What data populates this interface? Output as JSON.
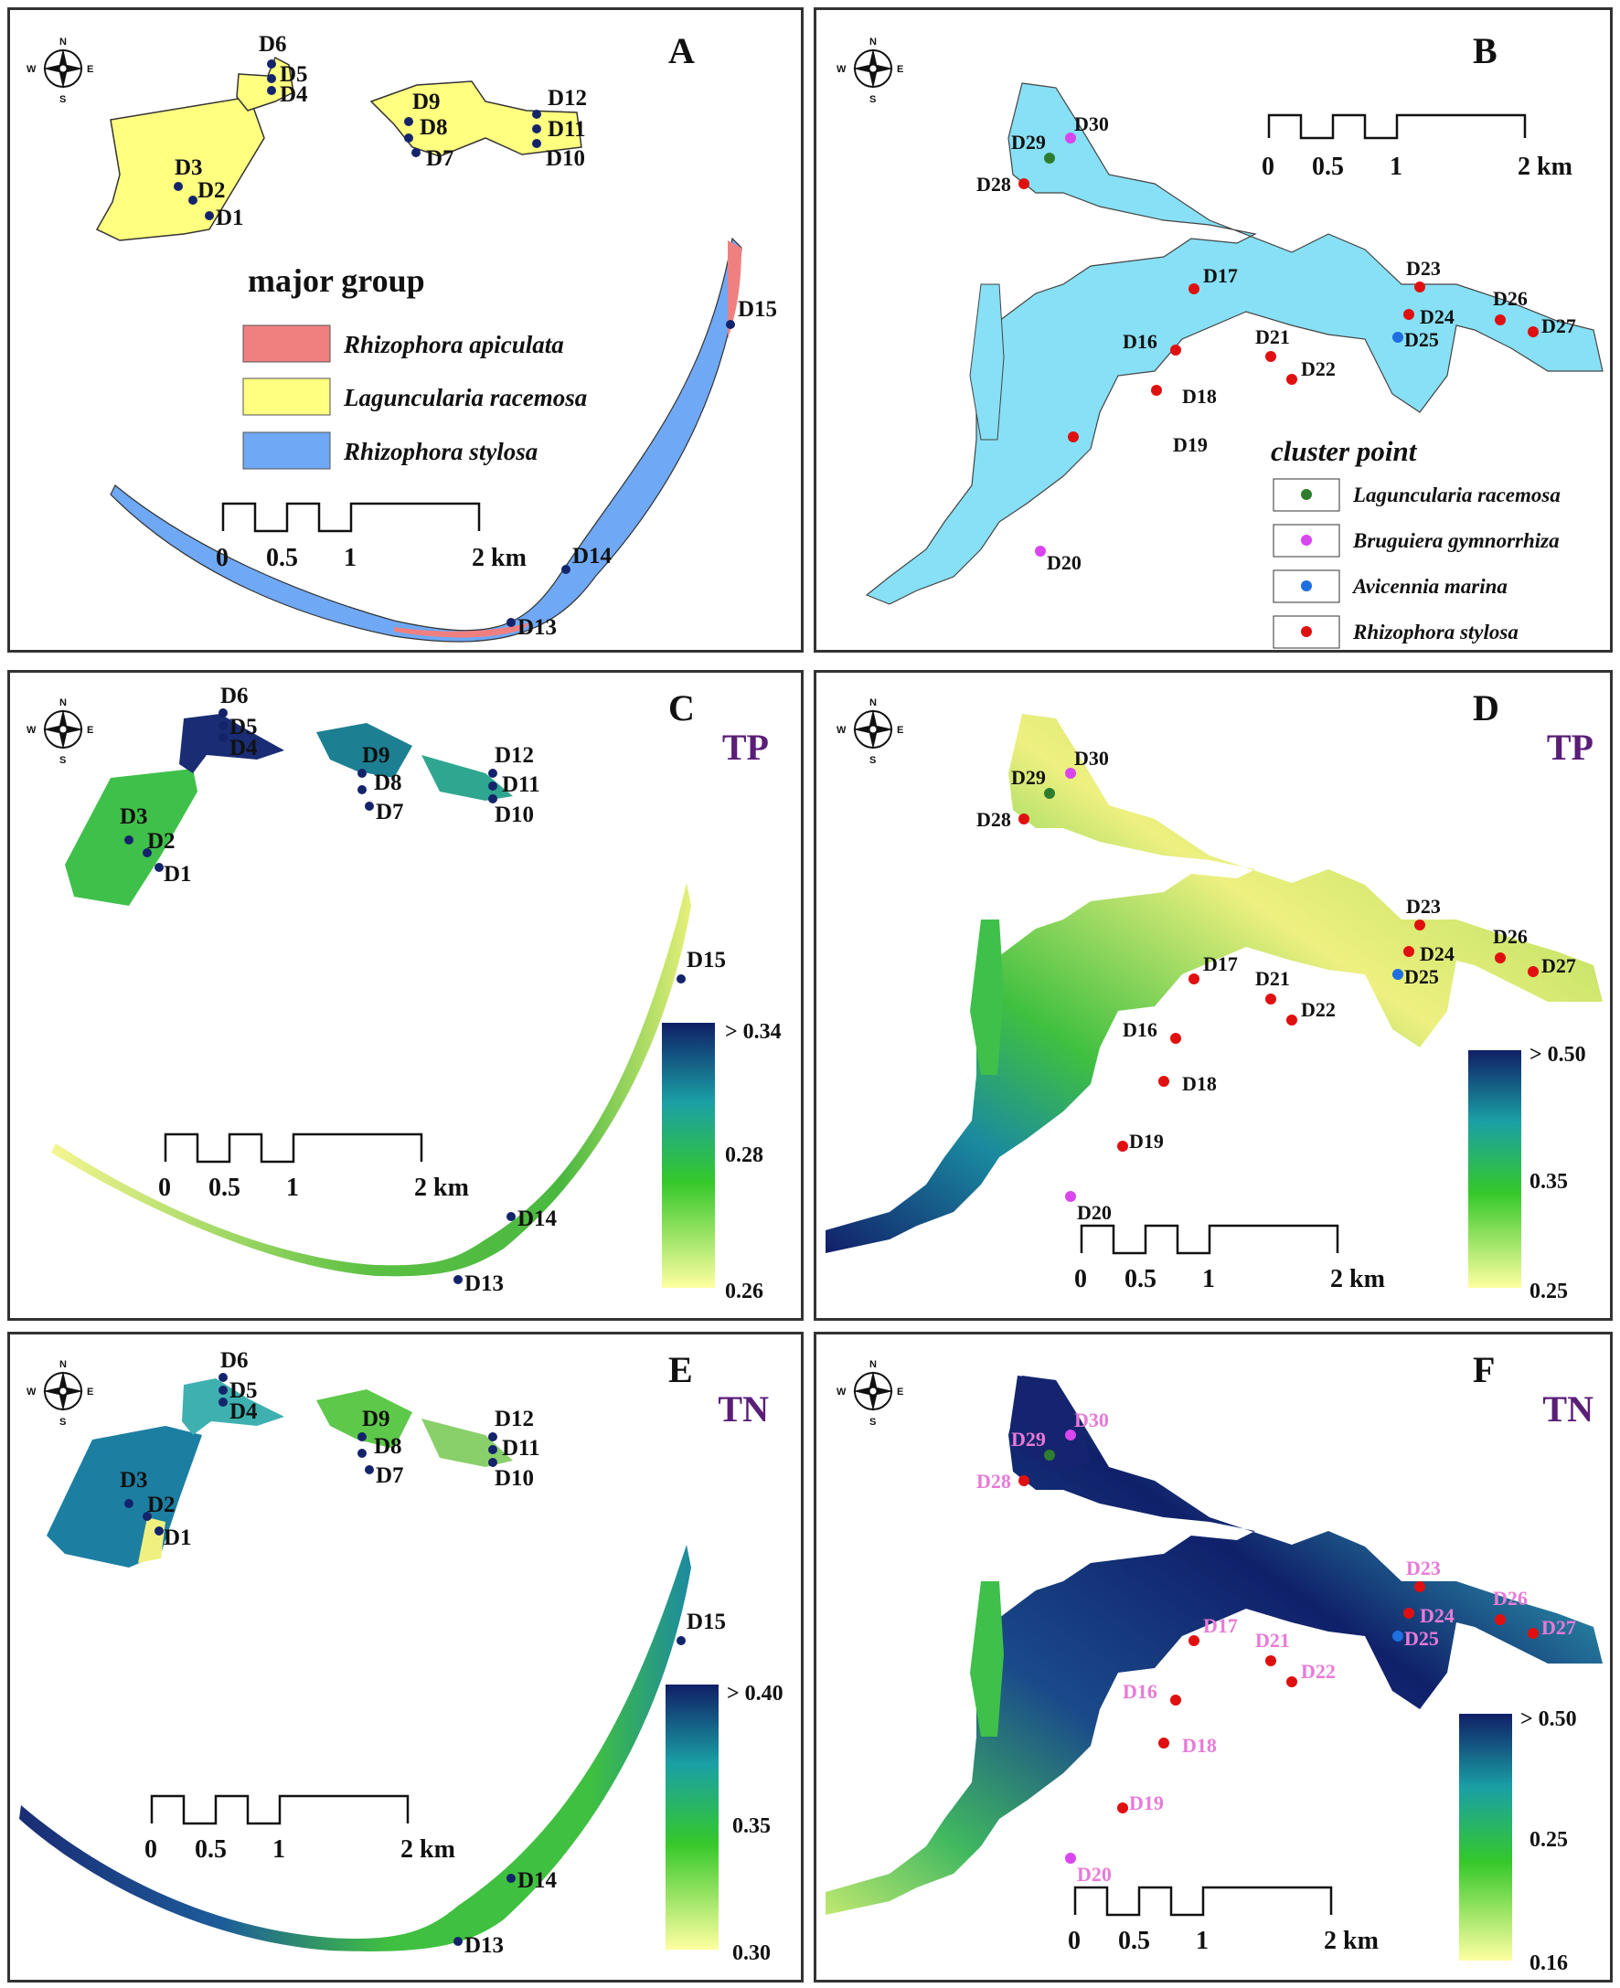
{
  "panels": {
    "A": {
      "letter": "A"
    },
    "B": {
      "letter": "B"
    },
    "C": {
      "letter": "C",
      "var": "TP"
    },
    "D": {
      "letter": "D",
      "var": "TP"
    },
    "E": {
      "letter": "E",
      "var": "TN"
    },
    "F": {
      "letter": "F",
      "var": "TN"
    }
  },
  "compass": {
    "n": "N",
    "s": "S",
    "e": "E",
    "w": "W"
  },
  "scale": {
    "t0": "0",
    "t1": "0.5",
    "t2": "1",
    "t3": "2 km"
  },
  "legendA": {
    "title": "major group",
    "items": [
      "Rhizophora apiculata",
      "Laguncularia racemosa",
      "Rhizophora stylosa"
    ]
  },
  "legendB": {
    "title": "cluster point",
    "items": [
      "Laguncularia racemosa",
      "Bruguiera gymnorrhiza",
      "Avicennia marina",
      "Rhizophora stylosa"
    ]
  },
  "colorbars": {
    "C": {
      "max": "> 0.34",
      "mid": "0.28",
      "min": "0.26"
    },
    "D": {
      "max": "> 0.50",
      "mid": "0.35",
      "min": "0.25"
    },
    "E": {
      "max": "> 0.40",
      "mid": "0.35",
      "min": "0.30"
    },
    "F": {
      "max": "> 0.50",
      "mid": "0.25",
      "min": "0.16"
    }
  },
  "sites": [
    "D1",
    "D2",
    "D3",
    "D4",
    "D5",
    "D6",
    "D7",
    "D8",
    "D9",
    "D10",
    "D11",
    "D12",
    "D13",
    "D14",
    "D15",
    "D16",
    "D17",
    "D18",
    "D19",
    "D20",
    "D21",
    "D22",
    "D23",
    "D24",
    "D25",
    "D26",
    "D27",
    "D28",
    "D29",
    "D30"
  ],
  "colors": {
    "rhizophora_apiculata": "#f08080",
    "laguncularia_racemosa": "#ffff80",
    "rhizophora_stylosa": "#6fa8f5",
    "bruguiera_gymnorrhiza": "#d946ef",
    "avicennia_marina": "#1f6fe0",
    "rhizophora_stylosa_point": "#e01010",
    "laguncularia_point": "#2e7d2e",
    "site_dot": "#14246b",
    "water": "#87e0f5"
  }
}
